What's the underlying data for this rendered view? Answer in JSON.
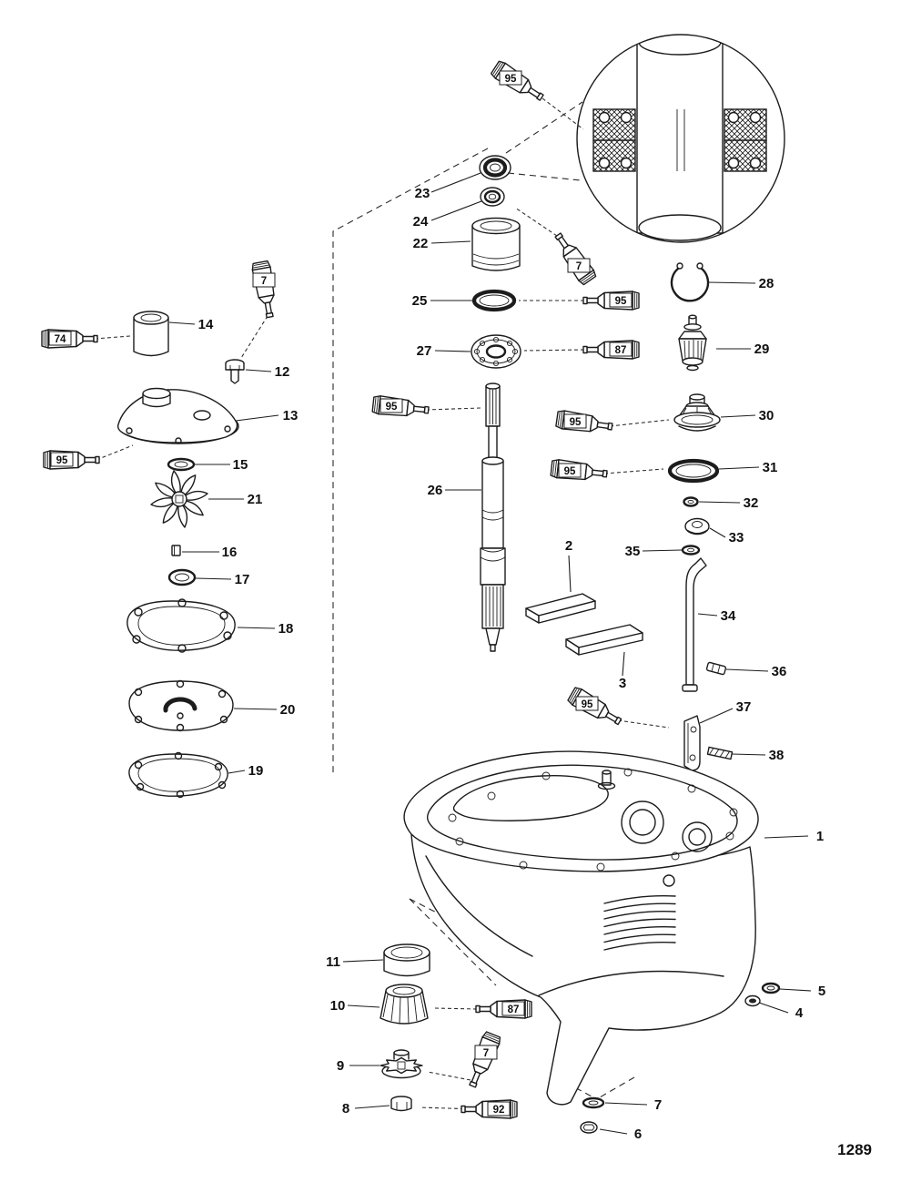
{
  "page": {
    "number": "1289"
  },
  "callouts": [
    {
      "label": "1"
    },
    {
      "label": "2"
    },
    {
      "label": "3"
    },
    {
      "label": "4"
    },
    {
      "label": "5"
    },
    {
      "label": "6"
    },
    {
      "label": "7"
    },
    {
      "label": "8"
    },
    {
      "label": "9"
    },
    {
      "label": "10"
    },
    {
      "label": "11"
    },
    {
      "label": "12"
    },
    {
      "label": "13"
    },
    {
      "label": "14"
    },
    {
      "label": "15"
    },
    {
      "label": "16"
    },
    {
      "label": "17"
    },
    {
      "label": "18"
    },
    {
      "label": "19"
    },
    {
      "label": "20"
    },
    {
      "label": "21"
    },
    {
      "label": "22"
    },
    {
      "label": "23"
    },
    {
      "label": "24"
    },
    {
      "label": "25"
    },
    {
      "label": "26"
    },
    {
      "label": "27"
    },
    {
      "label": "28"
    },
    {
      "label": "29"
    },
    {
      "label": "30"
    },
    {
      "label": "31"
    },
    {
      "label": "32"
    },
    {
      "label": "33"
    },
    {
      "label": "34"
    },
    {
      "label": "35"
    },
    {
      "label": "36"
    },
    {
      "label": "37"
    },
    {
      "label": "38"
    }
  ],
  "tubes": [
    {
      "label": "95"
    },
    {
      "label": "7"
    },
    {
      "label": "74"
    },
    {
      "label": "95"
    },
    {
      "label": "7"
    },
    {
      "label": "95"
    },
    {
      "label": "87"
    },
    {
      "label": "95"
    },
    {
      "label": "95"
    },
    {
      "label": "95"
    },
    {
      "label": "95"
    },
    {
      "label": "87"
    },
    {
      "label": "7"
    },
    {
      "label": "92"
    }
  ]
}
